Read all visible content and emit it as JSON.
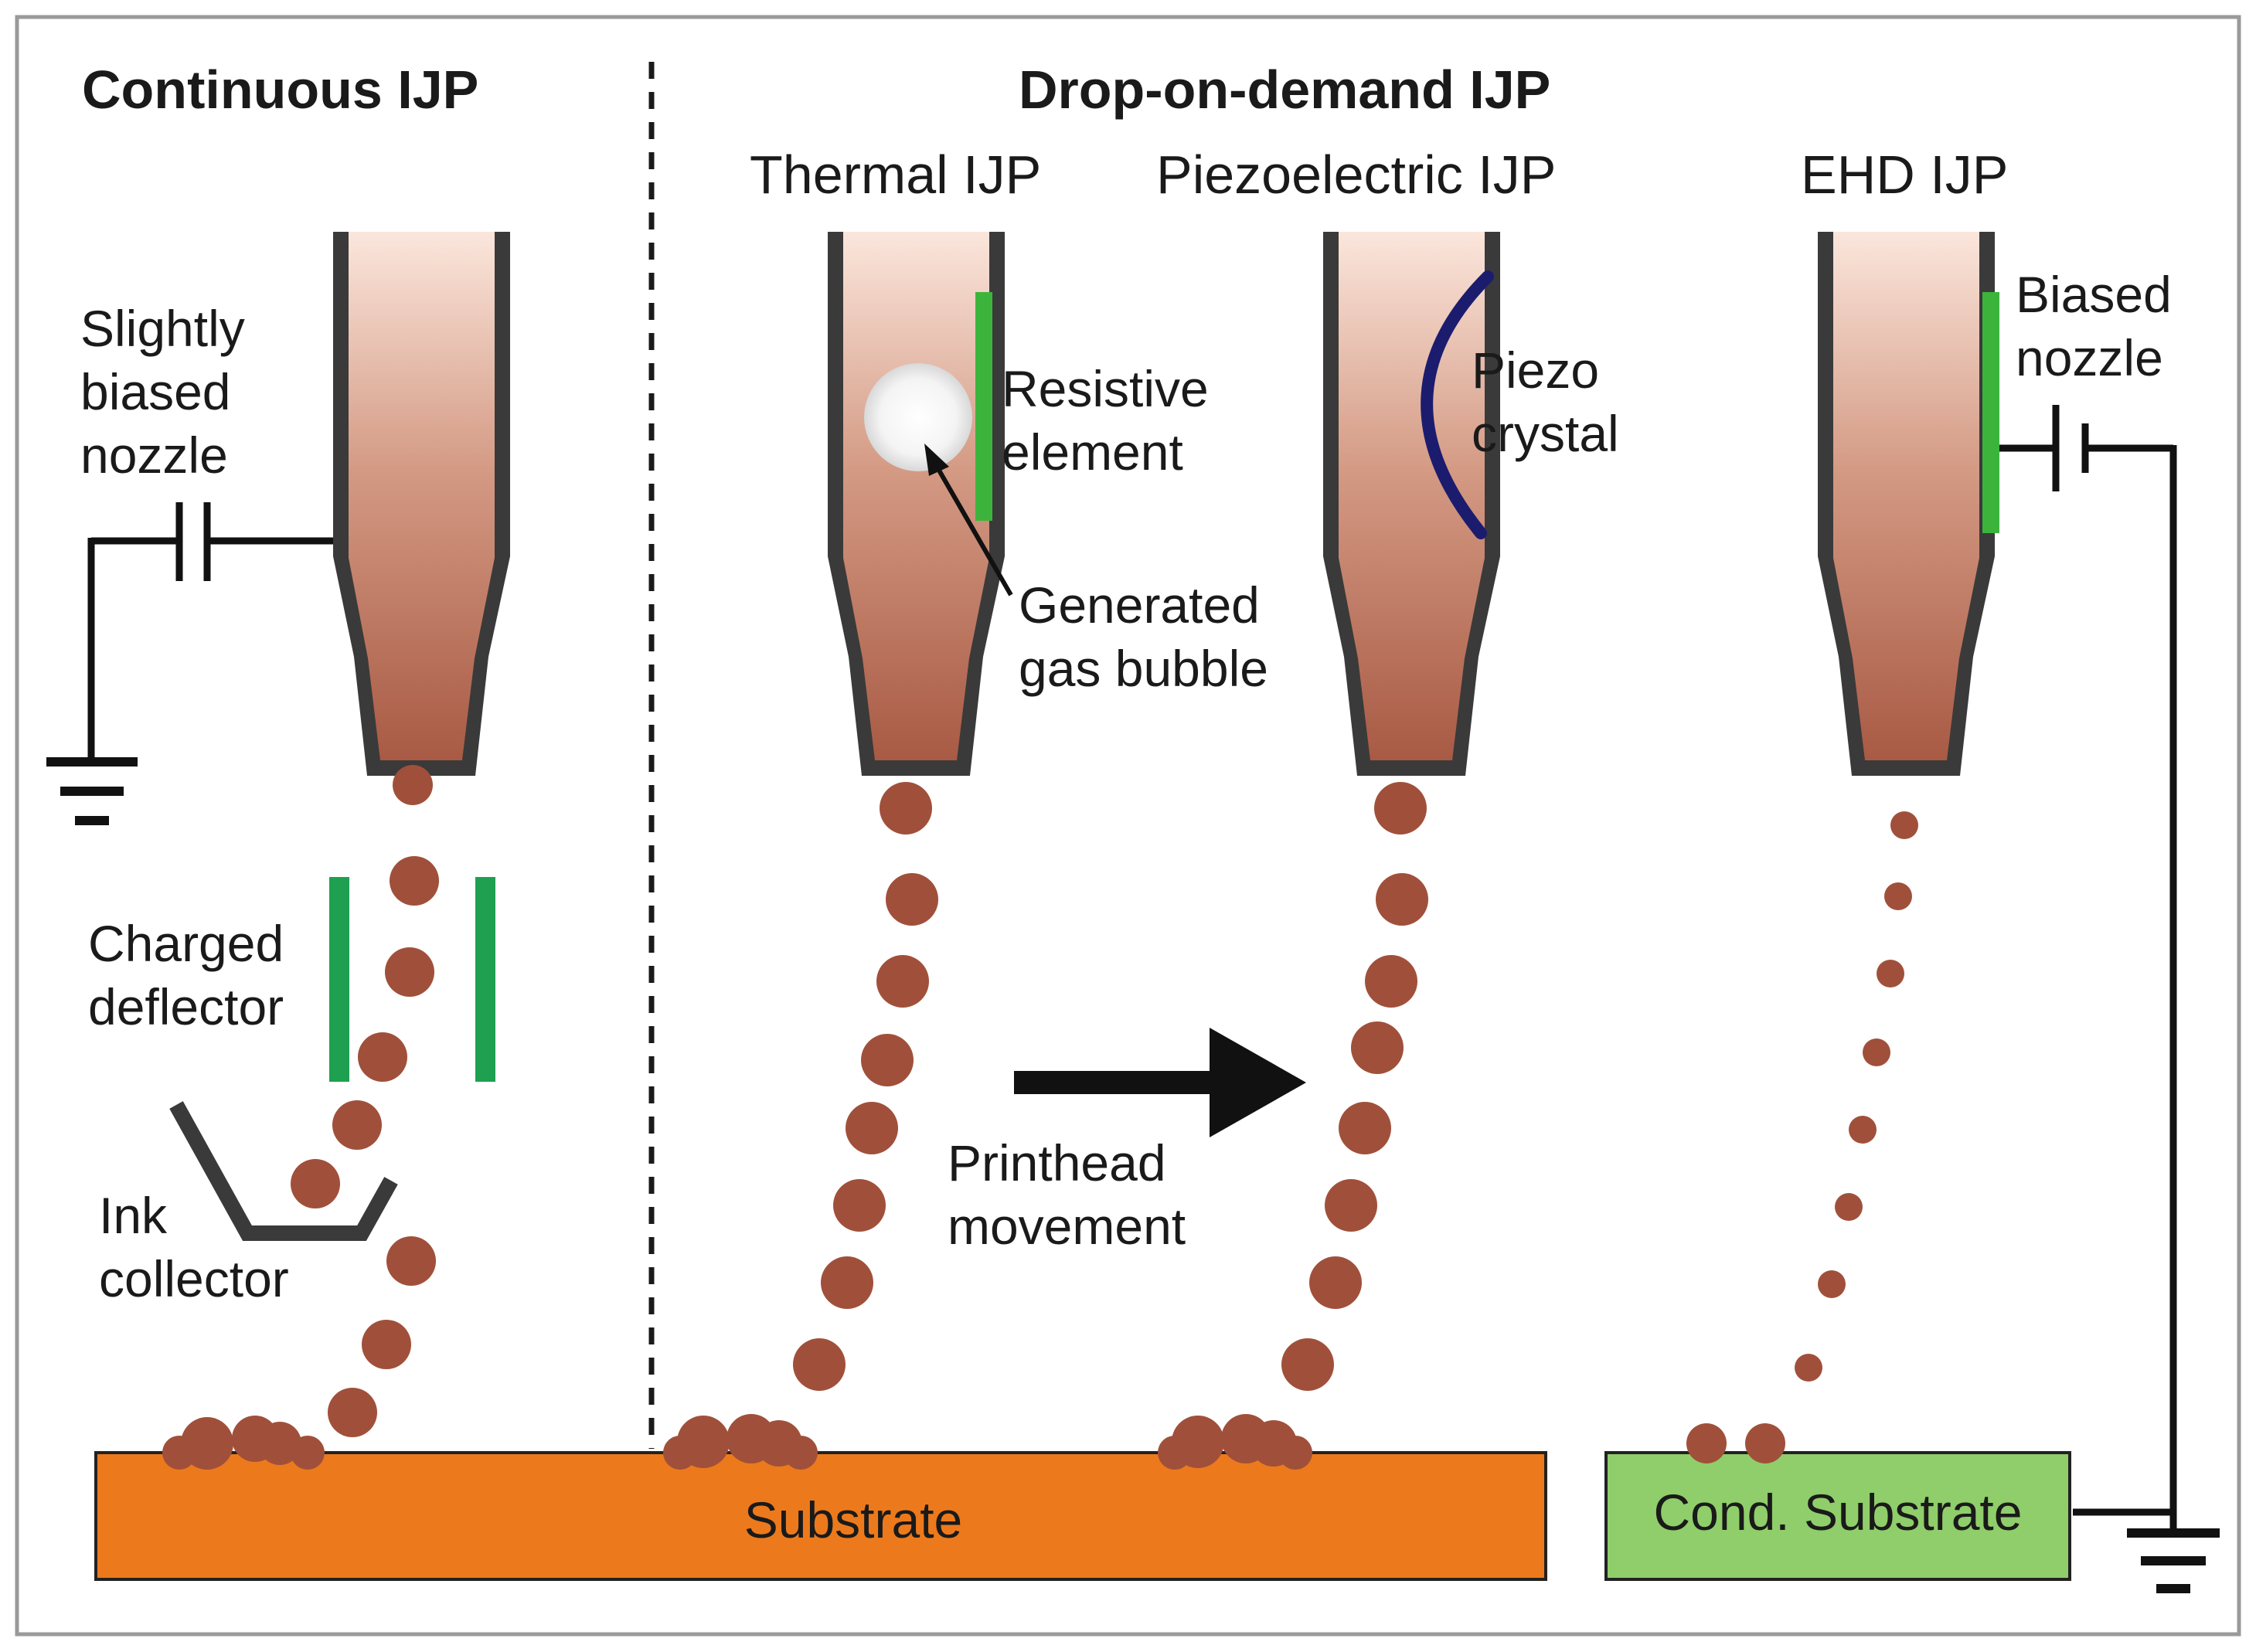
{
  "titles": {
    "continuous": "Continuous IJP",
    "dod": "Drop-on-demand IJP"
  },
  "subtitles": {
    "thermal": "Thermal IJP",
    "piezo": "Piezoelectric IJP",
    "ehd": "EHD IJP"
  },
  "labels": {
    "slightly": [
      "Slightly",
      "biased",
      "nozzle"
    ],
    "charged": [
      "Charged",
      "deflector"
    ],
    "ink": [
      "Ink",
      "collector"
    ],
    "resistive": [
      "Resistive",
      "element"
    ],
    "bubble": [
      "Generated",
      "gas bubble"
    ],
    "piezo_crystal": [
      "Piezo",
      "crystal"
    ],
    "biased_nozzle": [
      "Biased",
      "nozzle"
    ],
    "printhead": [
      "Printhead",
      "movement"
    ]
  },
  "substrate": {
    "main": "Substrate",
    "conductive": "Cond. Substrate"
  },
  "colors": {
    "ink": "#a0503a",
    "nozzle_wall": "#3a3a3a",
    "electrode": "#3cb43c",
    "deflector": "#1ea050",
    "piezo": "#1c1c6e",
    "substrate": "#ec7a1c",
    "cond_substrate": "#8fce6a"
  }
}
